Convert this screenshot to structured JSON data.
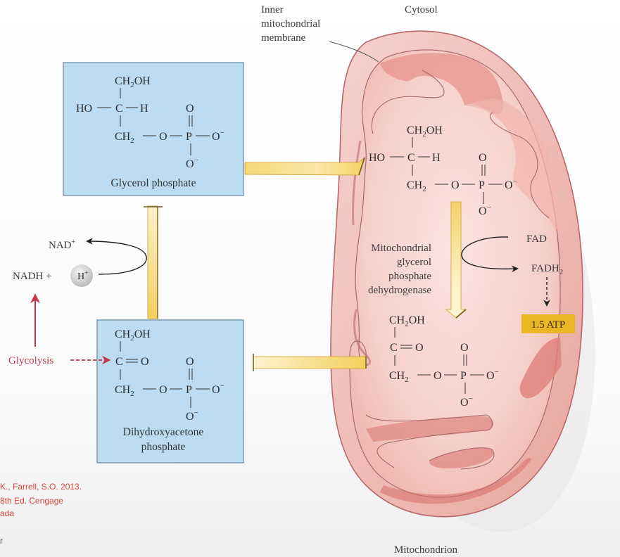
{
  "labels": {
    "inner_membrane": [
      "Inner",
      "mitochondrial",
      "membrane"
    ],
    "cytosol": "Cytosol",
    "mitochondrion": "Mitochondrion",
    "enzyme": [
      "Mitochondrial",
      "glycerol",
      "phosphate",
      "dehydrogenase"
    ],
    "glycolysis": "Glycolysis"
  },
  "cofactors": {
    "nad_plus": "NAD",
    "nad_plus_sup": "+",
    "nadh": "NADH +",
    "h_plus": "H",
    "h_plus_sup": "+",
    "fad": "FAD",
    "fadh2": "FADH",
    "fadh2_sub": "2",
    "atp_yield": "1.5 ATP"
  },
  "molecules": {
    "glycerol_phosphate": {
      "name": "Glycerol phosphate",
      "top": "CH",
      "top_sub": "2",
      "top_end": "OH",
      "middle_left": "HO",
      "middle_c": "C",
      "middle_right": "H",
      "bottom": "CH",
      "bottom_sub": "2",
      "o": "O",
      "p": "P",
      "o_minus": "O",
      "minus": "−"
    },
    "dhap": {
      "name": [
        "Dihydroxyacetone",
        "phosphate"
      ],
      "top": "CH",
      "top_sub": "2",
      "top_end": "OH",
      "middle_c": "C",
      "middle_o": "O",
      "bottom": "CH",
      "bottom_sub": "2",
      "o": "O",
      "p": "P",
      "o_minus": "O",
      "minus": "−"
    }
  },
  "citation": [
    "K., Farrell, S.O. 2013.",
    "8th Ed. Cengage",
    "ada",
    "r"
  ],
  "colors": {
    "box_fill": "#bcdcf2",
    "box_border": "#7c9bb5",
    "arrow_yellow": "#f2cc5c",
    "atp_badge": "#e9b625",
    "mito_outer": "#f2c4c0",
    "mito_matrix": "#f7d5d0",
    "glycolysis_red": "#c23a4c"
  }
}
